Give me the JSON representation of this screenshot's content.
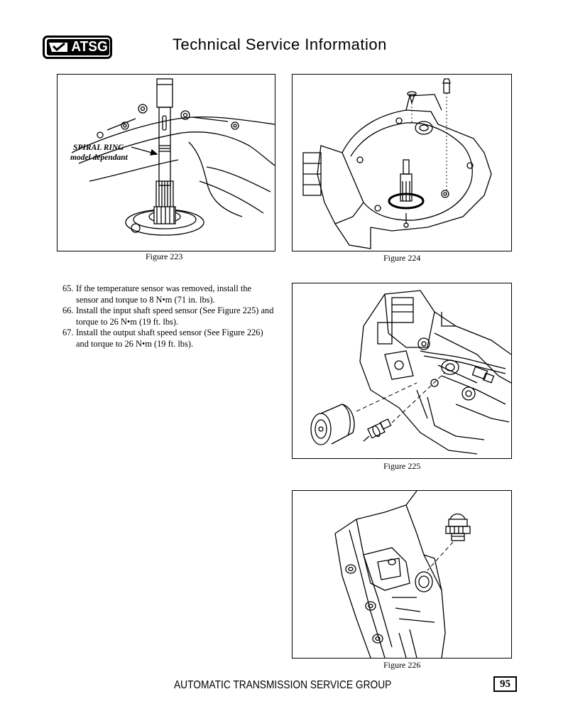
{
  "header": {
    "logo_text": "ATSG",
    "title": "Technical Service Information"
  },
  "figures": {
    "fig223": {
      "caption": "Figure 223",
      "callout_line1": "SPIRAL RING",
      "callout_line2": "model dependant"
    },
    "fig224": {
      "caption": "Figure 224"
    },
    "fig225": {
      "caption": "Figure 225"
    },
    "fig226": {
      "caption": "Figure 226"
    }
  },
  "steps": [
    {
      "num": "65.",
      "text": "If the temperature sensor was removed, install the sensor and torque to 8 N•m (71 in. lbs)."
    },
    {
      "num": "66.",
      "text": "Install the input shaft speed sensor (See Figure 225) and torque to 26 N•m (19 ft. lbs)."
    },
    {
      "num": "67.",
      "text": "Install the output shaft speed sensor (See Figure 226) and torque to 26 N•m (19 ft. lbs)."
    }
  ],
  "footer": {
    "text": "AUTOMATIC TRANSMISSION SERVICE GROUP",
    "page_number": "95"
  }
}
